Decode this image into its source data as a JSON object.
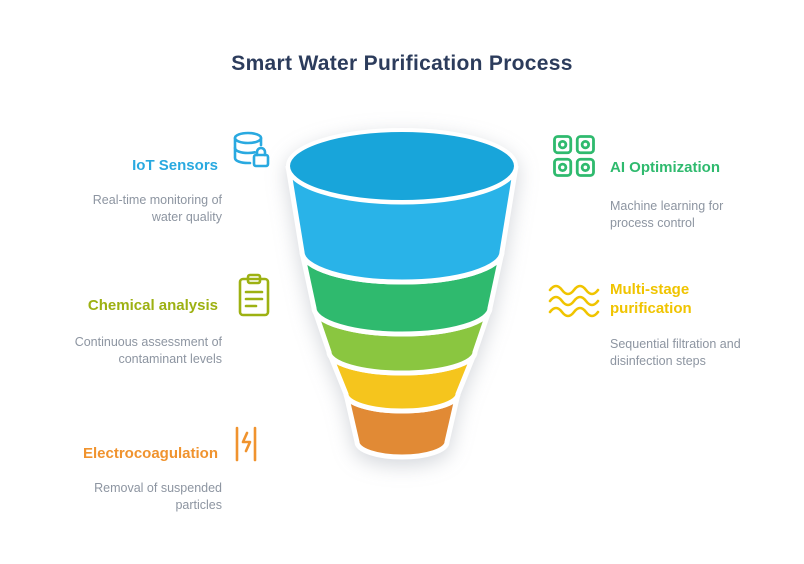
{
  "title": "Smart Water Purification Process",
  "funnel": {
    "layers": [
      {
        "name": "IoT Sensors",
        "color": "#29b3e8",
        "top_color": "#18a5da"
      },
      {
        "name": "AI Optimization",
        "color": "#2fba6e"
      },
      {
        "name": "Chemical analysis",
        "color": "#8ac640"
      },
      {
        "name": "Multi-stage purification",
        "color": "#f5c51d"
      },
      {
        "name": "Electrocoagulation",
        "color": "#e18a35"
      }
    ]
  },
  "left": [
    {
      "label": "IoT Sensors",
      "color": "#29a9e0",
      "icon": "sensors-icon",
      "desc": [
        "Real-time monitoring of",
        "water quality"
      ]
    },
    {
      "label": "Chemical analysis",
      "color": "#9db112",
      "icon": "checklist-icon",
      "desc": [
        "Continuous assessment of",
        "contaminant levels"
      ]
    },
    {
      "label": "Electrocoagulation",
      "color": "#f0932e",
      "icon": "electrode-icon",
      "desc": [
        "Removal of suspended",
        "particles"
      ]
    }
  ],
  "right": [
    {
      "label": "AI Optimization",
      "color": "#2fba6e",
      "icon": "ai-grid-icon",
      "desc": [
        "Machine learning for",
        "process control"
      ]
    },
    {
      "label": "Multi-stage purification",
      "label_lines": [
        "Multi-stage",
        "purification"
      ],
      "color": "#f0c400",
      "icon": "waves-icon",
      "desc": [
        "Sequential filtration and",
        "disinfection steps"
      ]
    }
  ]
}
